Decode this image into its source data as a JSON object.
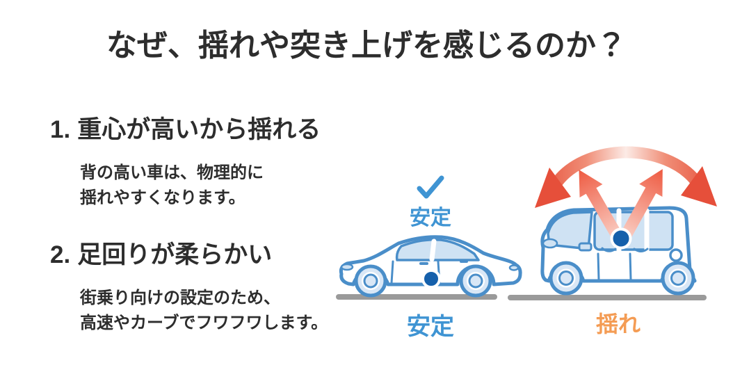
{
  "title": "なぜ、揺れや突き上げを感じるのか？",
  "reasons": [
    {
      "number": "1.",
      "heading": "重心が高いから揺れる",
      "lines": [
        "背の高い車は、物理的に",
        "揺れやすくなります。"
      ]
    },
    {
      "number": "2.",
      "heading": "足回りが柔らかい",
      "lines": [
        "街乗り向けの設定のため、",
        "高速やカーブでフワフワします。"
      ]
    }
  ],
  "stable_figure": {
    "icon": "check-icon",
    "top_label": "安定",
    "bottom_label": "安定",
    "vehicle": "sedan-car-illustration",
    "marker": "center-of-gravity-dot"
  },
  "sway_figure": {
    "icon": "sway-arrows-icon",
    "bottom_label": "揺れ",
    "vehicle": "tall-box-car-illustration",
    "marker": "center-of-gravity-dot"
  },
  "colors": {
    "ink": "#2d2d2d",
    "car_blue": "#4a8ec9",
    "glass_blue": "#cfe2f3",
    "wheel_blue": "#d9e7f6",
    "deep_blue": "#1560ab",
    "label_blue": "#3f94d3",
    "label_orange": "#f49c54",
    "arrow_red": "#e64f3a",
    "arrow_mid": "#f08e77",
    "arrow_light": "#fcebe6",
    "shaft_light": "#fbd9d0",
    "shaft_red": "#ee5a41",
    "ground_gray": "#9a9a9a"
  }
}
